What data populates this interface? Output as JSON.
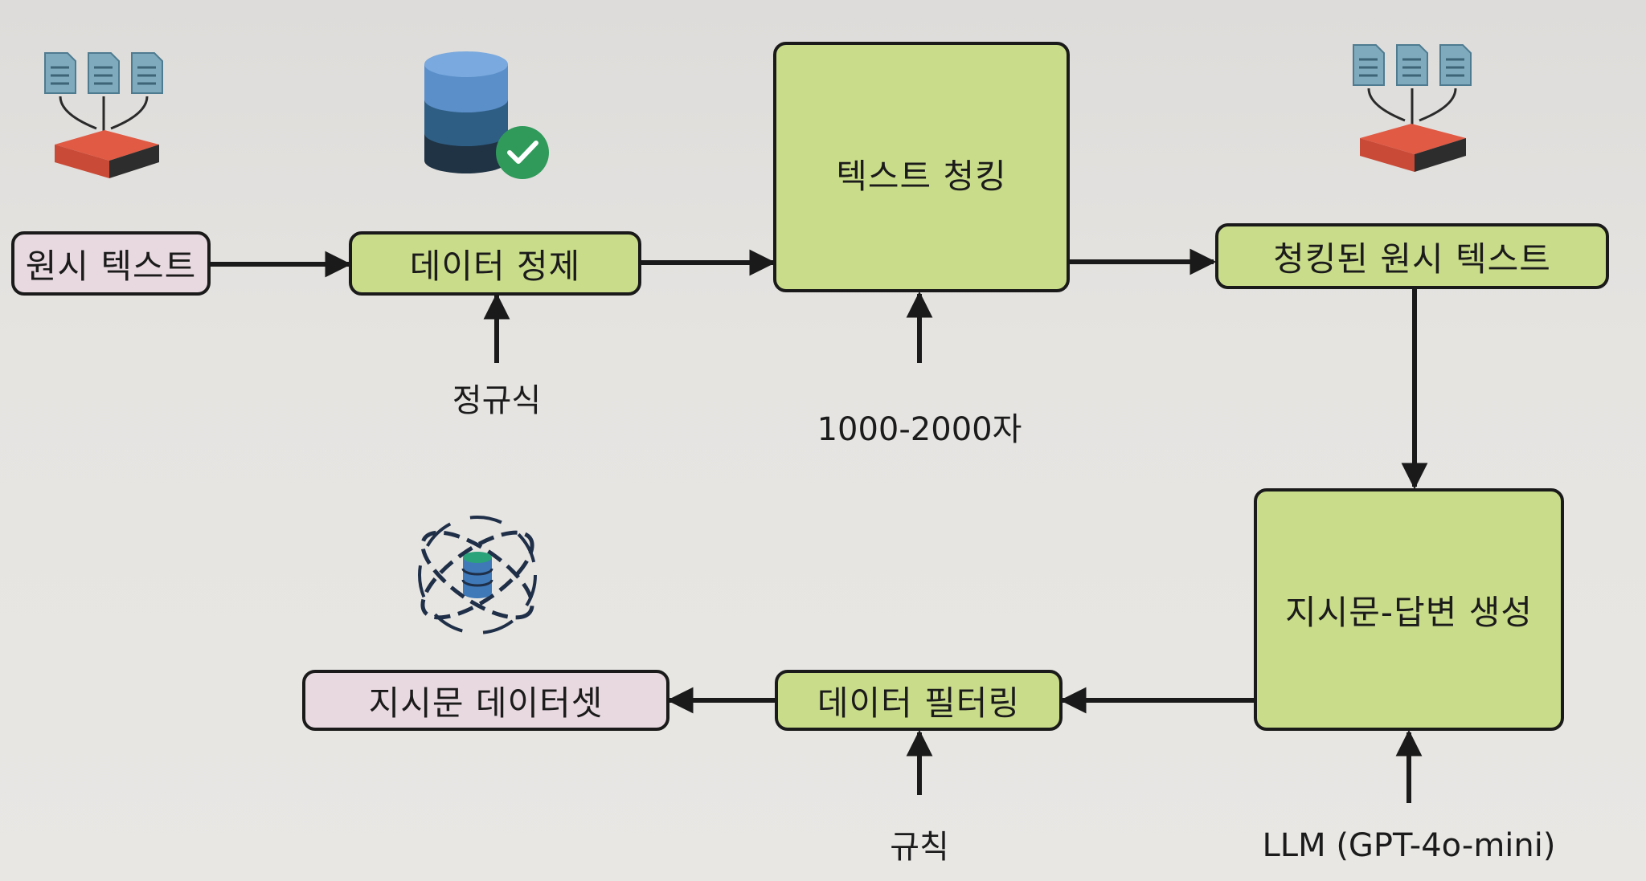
{
  "nodes": {
    "raw_text": "원시 텍스트",
    "data_cleaning": "데이터 정제",
    "text_chunking": "텍스트 청킹",
    "chunked_raw_text": "청킹된 원시 텍스트",
    "instruction_answer_generation": "지시문-답변 생성",
    "data_filtering": "데이터 필터링",
    "instruction_dataset": "지시문 데이터셋"
  },
  "inputs": {
    "regex": "정규식",
    "chunk_size": "1000-2000자",
    "rules": "규칙",
    "llm": "LLM (GPT-4o-mini)"
  },
  "colors": {
    "process_fill": "#c9dc8a",
    "io_fill": "#e8d9e0",
    "stroke": "#1a1a1a"
  },
  "icons": [
    "documents-merge-icon",
    "database-check-icon",
    "documents-merge-icon",
    "database-orbit-icon"
  ]
}
